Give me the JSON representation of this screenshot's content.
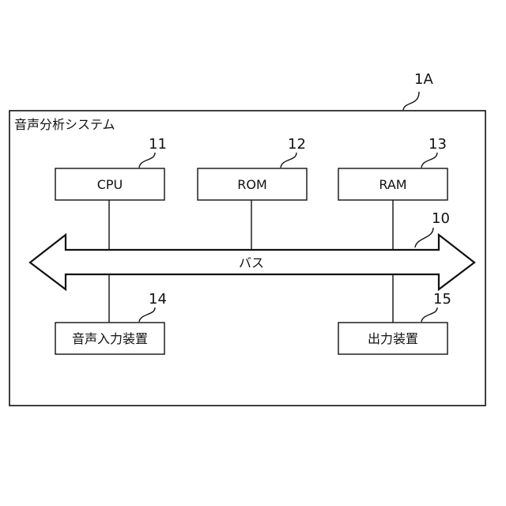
{
  "system": {
    "title": "音声分析システム",
    "ref": "1A"
  },
  "bus": {
    "label": "バス",
    "ref": "10"
  },
  "components": {
    "cpu": {
      "label": "CPU",
      "ref": "11"
    },
    "rom": {
      "label": "ROM",
      "ref": "12"
    },
    "ram": {
      "label": "RAM",
      "ref": "13"
    },
    "audio_input": {
      "label": "音声入力装置",
      "ref": "14"
    },
    "output": {
      "label": "出力装置",
      "ref": "15"
    }
  }
}
